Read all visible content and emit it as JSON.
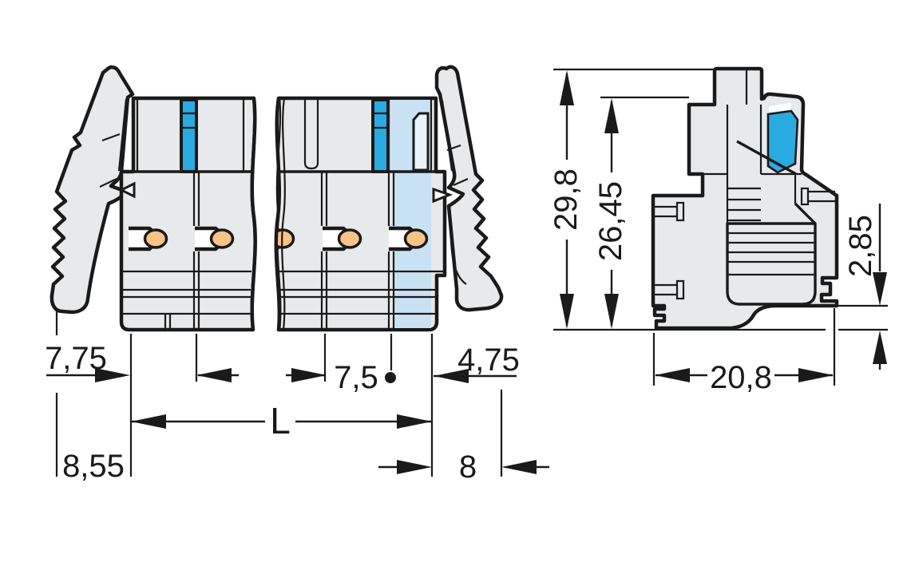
{
  "drawing": {
    "kind": "connector-dimension-drawing",
    "views": {
      "front": "front-view",
      "side": "side-view"
    }
  },
  "dimensions": {
    "front": {
      "left_offset": "7,75",
      "left_depth": "8,55",
      "pitch": "7,5",
      "total_length": "L",
      "right_inner_width": "8",
      "right_offset": "4,75"
    },
    "side": {
      "total_height": "29,8",
      "housing_height": "26,45",
      "rail_step": "2,85",
      "depth": "20,8"
    }
  },
  "colors": {
    "outline": "#1A1A1A",
    "body_gray": "#E8E9EA",
    "accent_blue": "#29ABE2",
    "highlight_blue": "#C9E2F3",
    "slot_light": "#EAF3FA",
    "contact_orange": "#FAC386",
    "background": "#FFFFFF"
  }
}
